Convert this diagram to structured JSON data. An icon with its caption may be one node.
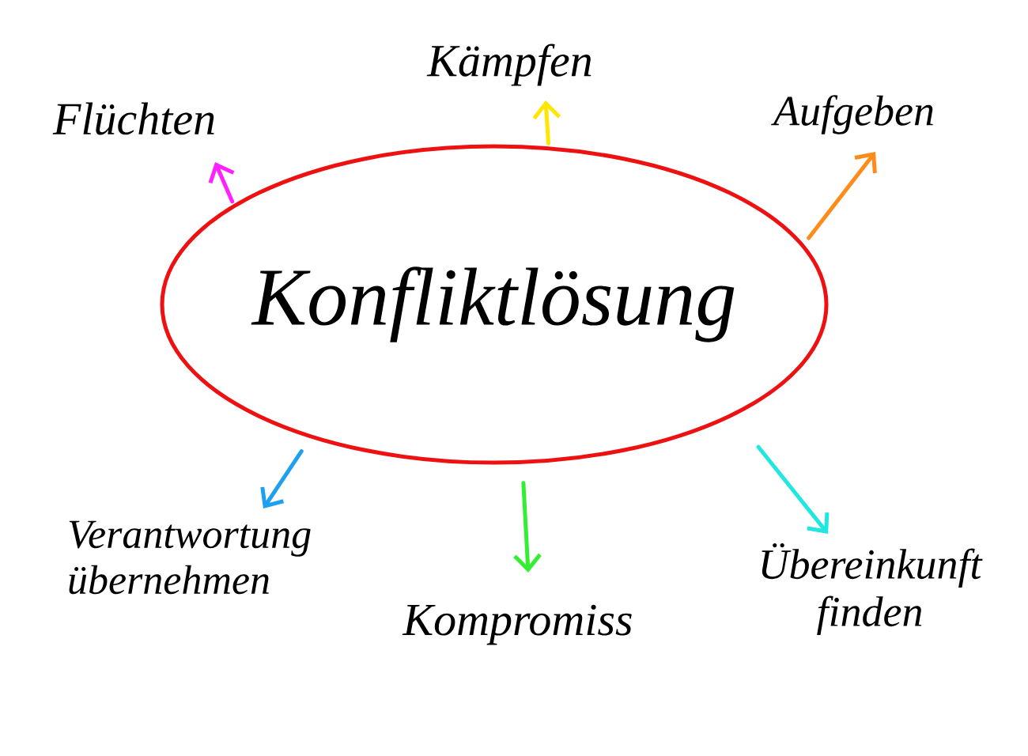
{
  "diagram": {
    "nodes": [
      {
        "text": [
          "Kämpfen"
        ]
      },
      {
        "text": [
          "Flüchten"
        ]
      },
      {
        "text": [
          "Aufgeben"
        ]
      },
      {
        "text": [
          "Konfliktlösung"
        ]
      },
      {
        "text": [
          "Verantwortung übernehmen"
        ]
      },
      {
        "text": [
          "Kompromiss"
        ]
      },
      {
        "text": [
          "Übereinkunft finden"
        ]
      }
    ],
    "edges": [
      {
        "from": 3,
        "to": 0,
        "arrow": "to",
        "color": "#ffe600"
      },
      {
        "from": 3,
        "to": 1,
        "arrow": "to",
        "color": "#ff22ff"
      },
      {
        "from": 3,
        "to": 2,
        "arrow": "to",
        "color": "#ff8c1a"
      },
      {
        "from": 3,
        "to": 4,
        "arrow": "to",
        "color": "#1ea0f0"
      },
      {
        "from": 3,
        "to": 5,
        "arrow": "to",
        "color": "#33ee33"
      },
      {
        "from": 3,
        "to": 6,
        "arrow": "to",
        "color": "#22e6e0"
      }
    ]
  }
}
